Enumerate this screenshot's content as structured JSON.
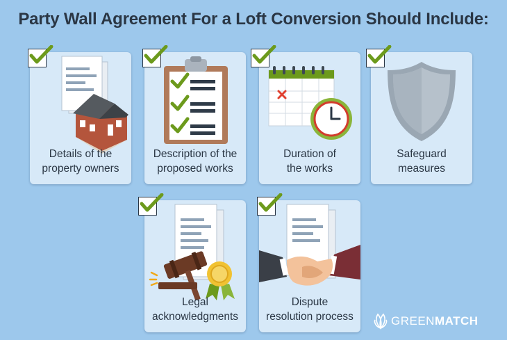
{
  "title": "Party Wall Agreement For a Loft Conversion Should Include:",
  "cards": [
    {
      "line1": "Details of the",
      "line2": "property owners",
      "icon": "house-document-icon"
    },
    {
      "line1": "Description of the",
      "line2": "proposed works",
      "icon": "clipboard-checklist-icon"
    },
    {
      "line1": "Duration of",
      "line2": "the works",
      "icon": "calendar-clock-icon"
    },
    {
      "line1": "Safeguard",
      "line2": "measures",
      "icon": "shield-icon"
    },
    {
      "line1": "Legal",
      "line2": "acknowledgments",
      "icon": "gavel-document-icon"
    },
    {
      "line1": "Dispute",
      "line2": "resolution process",
      "icon": "handshake-document-icon"
    }
  ],
  "logo": {
    "word_light": "GREEN",
    "word_bold": "MATCH"
  },
  "colors": {
    "background": "#9dc8ec",
    "card": "#d7e9f8",
    "check": "#6c9a1c",
    "text": "#2a3644"
  }
}
